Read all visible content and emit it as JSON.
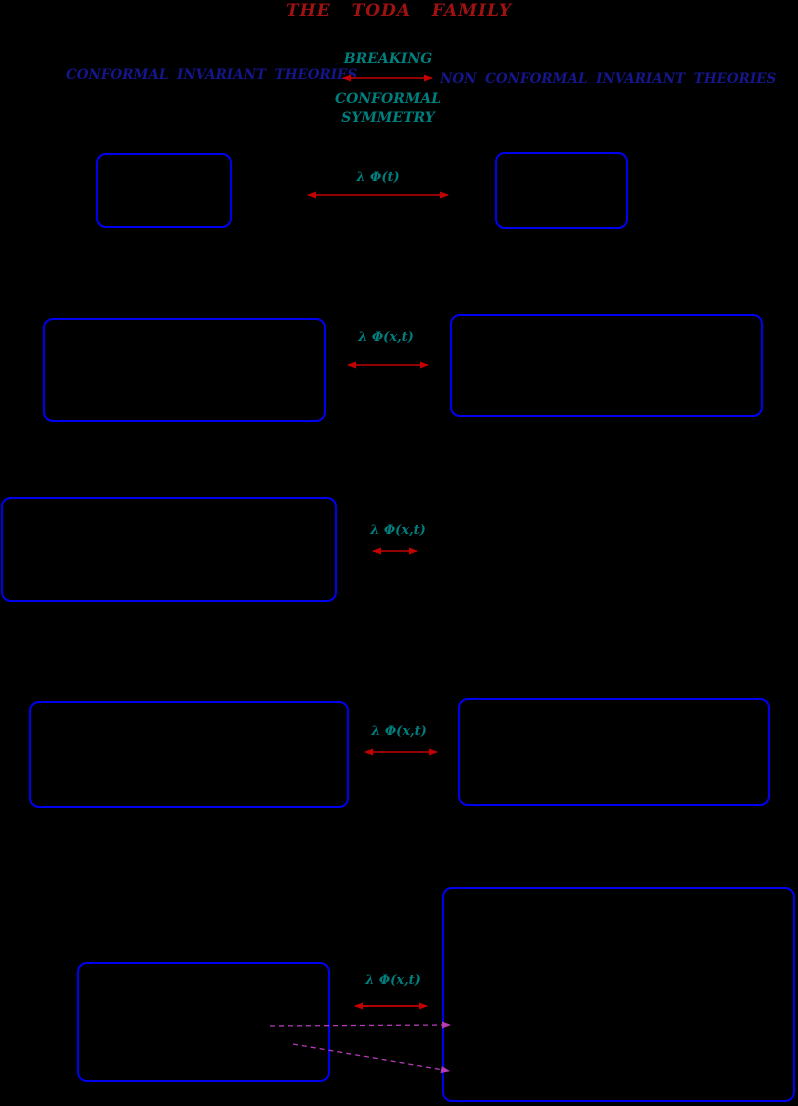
{
  "title": "THE TODA FAMILY",
  "header": {
    "left": "CONFORMAL INVARIANT THEORIES",
    "right": "NON CONFORMAL INVARIANT THEORIES",
    "breaking": "BREAKING",
    "conformal": "CONFORMAL",
    "symmetry": "SYMMETRY"
  },
  "rows": [
    {
      "coupling": "λ Φ(t)"
    },
    {
      "coupling": "λ Φ(x,t)"
    },
    {
      "coupling": "λ Φ(x,t)"
    },
    {
      "coupling": "λ Φ(x,t)"
    },
    {
      "coupling": "λ Φ(x,t)"
    }
  ],
  "colors": {
    "background": "#000000",
    "title_color": "#a01212",
    "header_text": "#16168c",
    "teal_text": "#007f7f",
    "arrow_red": "#c40000",
    "arrow_magenta": "#b43cb4",
    "box_border": "#0000f0"
  }
}
